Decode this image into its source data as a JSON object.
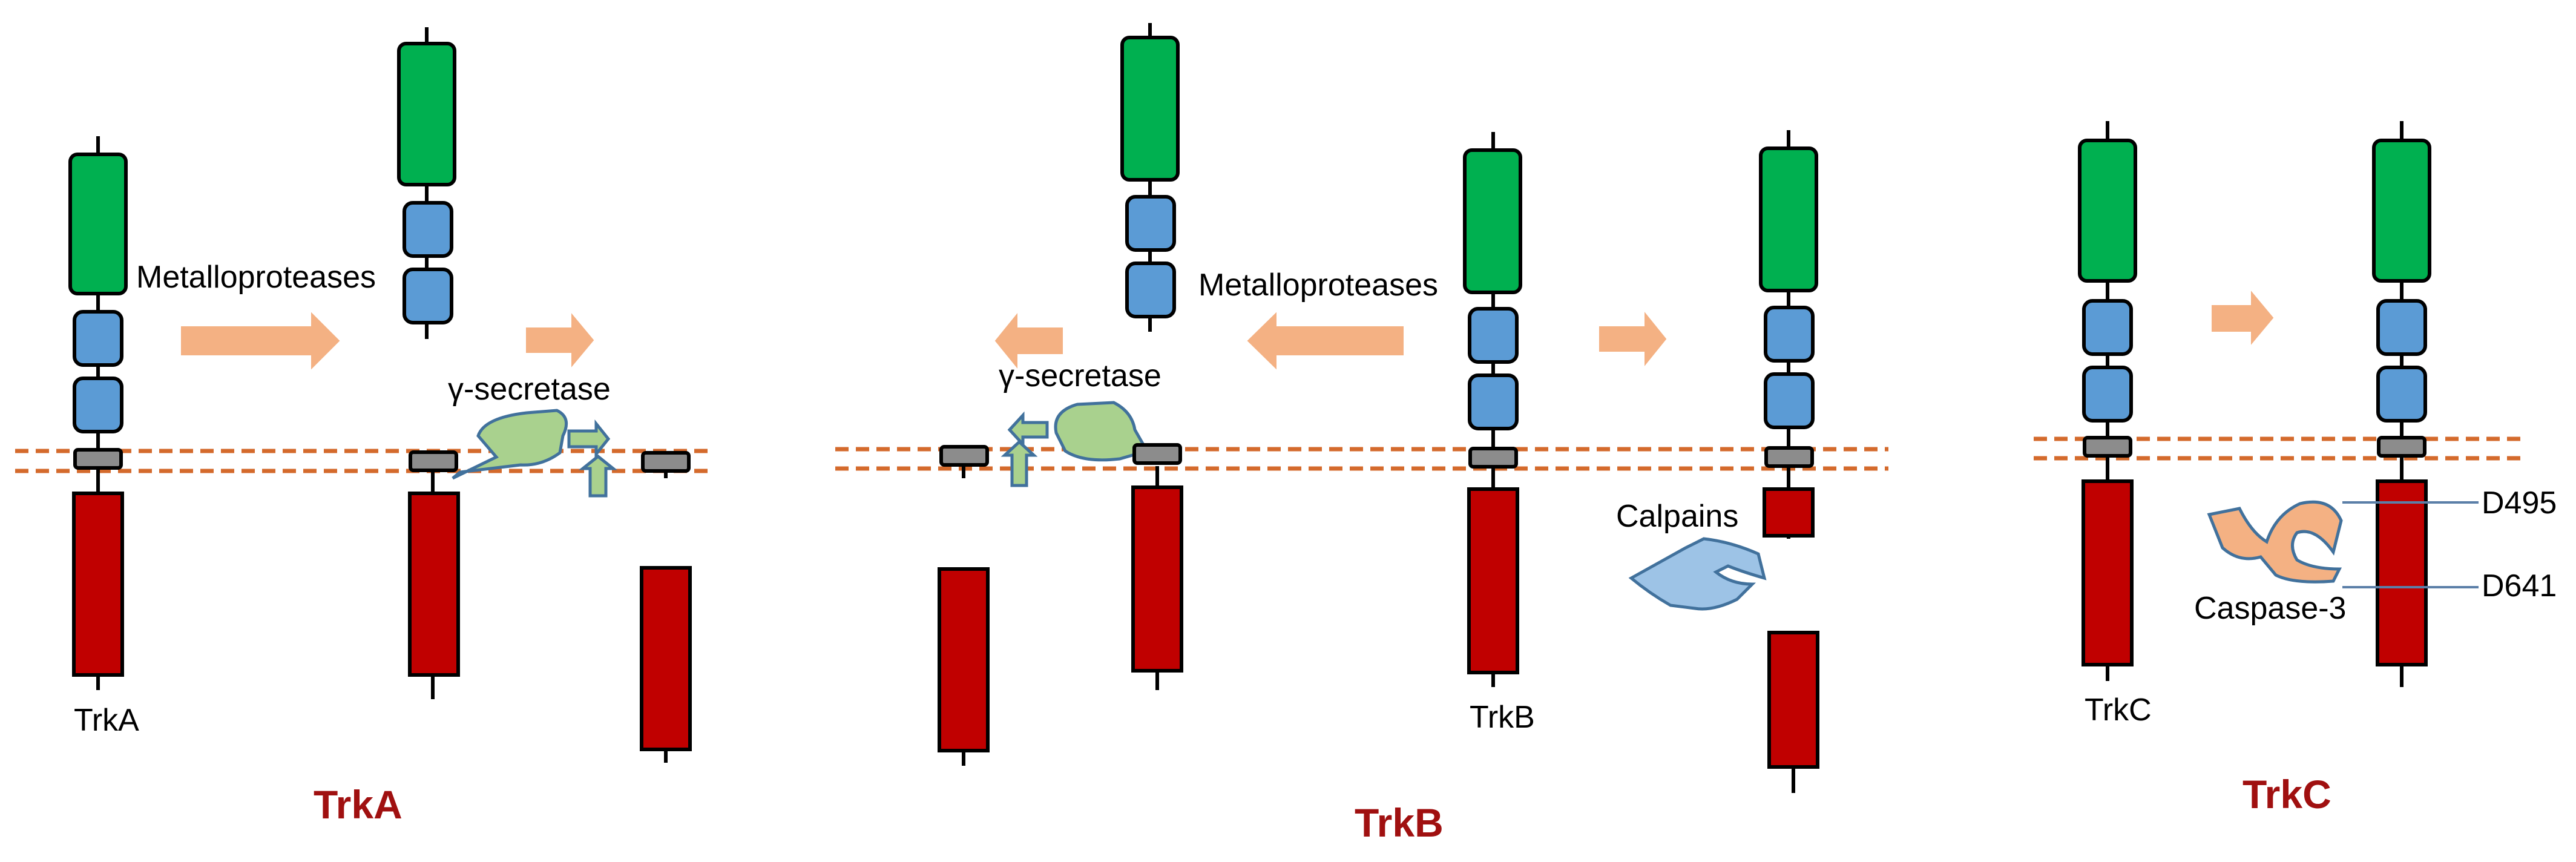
{
  "colors": {
    "extracellular": "#00b050",
    "ig_domain": "#5b9bd5",
    "transmembrane": "#8c8c8c",
    "kinase": "#c00000",
    "membrane": "#d46a2c",
    "arrow": "#f4b183",
    "gamma_secretase": "#a9d18e",
    "calpain": "#9dc3e6",
    "caspase": "#f4b183",
    "title": "#a01010"
  },
  "panels": {
    "trka": {
      "title": "TrkA",
      "receptor_label": "TrkA",
      "protease_label": "Metalloproteases",
      "secretase_label": "γ-secretase"
    },
    "trkb": {
      "title": "TrkB",
      "receptor_label": "TrkB",
      "protease_label": "Metalloproteases",
      "secretase_label": "γ-secretase",
      "calpain_label": "Calpains"
    },
    "trkc": {
      "title": "TrkC",
      "receptor_label": "TrkC",
      "caspase_label": "Caspase-3",
      "site1": "D495",
      "site2": "D641"
    }
  }
}
